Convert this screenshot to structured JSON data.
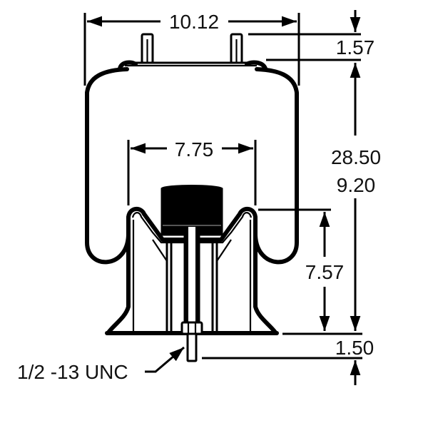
{
  "drawing": {
    "title": "Air spring dimensional drawing",
    "colors": {
      "line": "#000000",
      "background": "#ffffff"
    },
    "dimensions": {
      "overall_width": "10.12",
      "stud_height": "1.57",
      "max_height": "28.50",
      "min_height": "9.20",
      "piston_width": "7.75",
      "piston_height": "7.57",
      "base_height": "1.50"
    },
    "callouts": {
      "thread": "1/2 -13 UNC"
    }
  }
}
